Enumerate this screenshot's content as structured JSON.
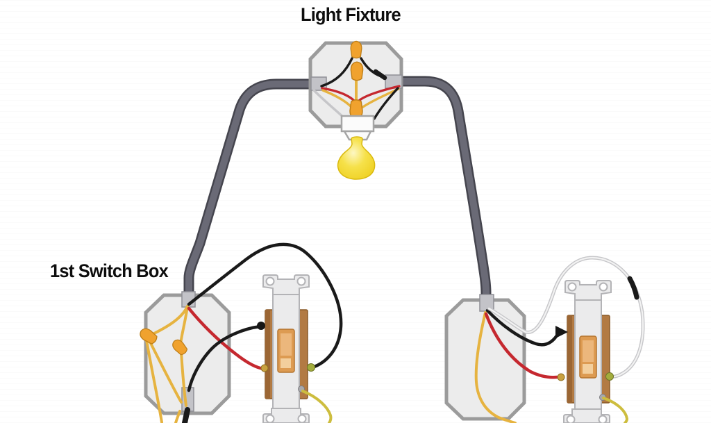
{
  "labels": {
    "light_fixture": "Light Fixture",
    "first_switch_box": "1st Switch Box"
  },
  "components": [
    "light-fixture-junction-box",
    "light-bulb",
    "lamp-holder",
    "first-switch-box",
    "second-switch-box",
    "three-way-toggle-switch-left",
    "three-way-toggle-switch-right",
    "conduit-left",
    "conduit-right",
    "wire-nuts"
  ],
  "wires": [
    {
      "color_name": "black",
      "role": "hot / traveler"
    },
    {
      "color_name": "red",
      "role": "traveler"
    },
    {
      "color_name": "yellow",
      "role": "conductor"
    },
    {
      "color_name": "white-with-black-mark",
      "role": "re-marked traveler"
    },
    {
      "color_name": "yellow-green",
      "role": "ground"
    }
  ],
  "colors": {
    "conduit-outer": "#45454e",
    "conduit-inner": "#6a6a76",
    "box-fill": "#ececec",
    "box-stroke": "#9b9b9b",
    "wire-black": "#1a1a1a",
    "wire-red": "#c5282f",
    "wire-yellow": "#e6b340",
    "wire-ground": "#cdbd3e",
    "wire-nut": "#f0a22e",
    "bulb-yellow": "#f6e14a",
    "switch-body": "#b27a43",
    "toggle": "#dd9b52",
    "text": "#0d0d0d"
  }
}
